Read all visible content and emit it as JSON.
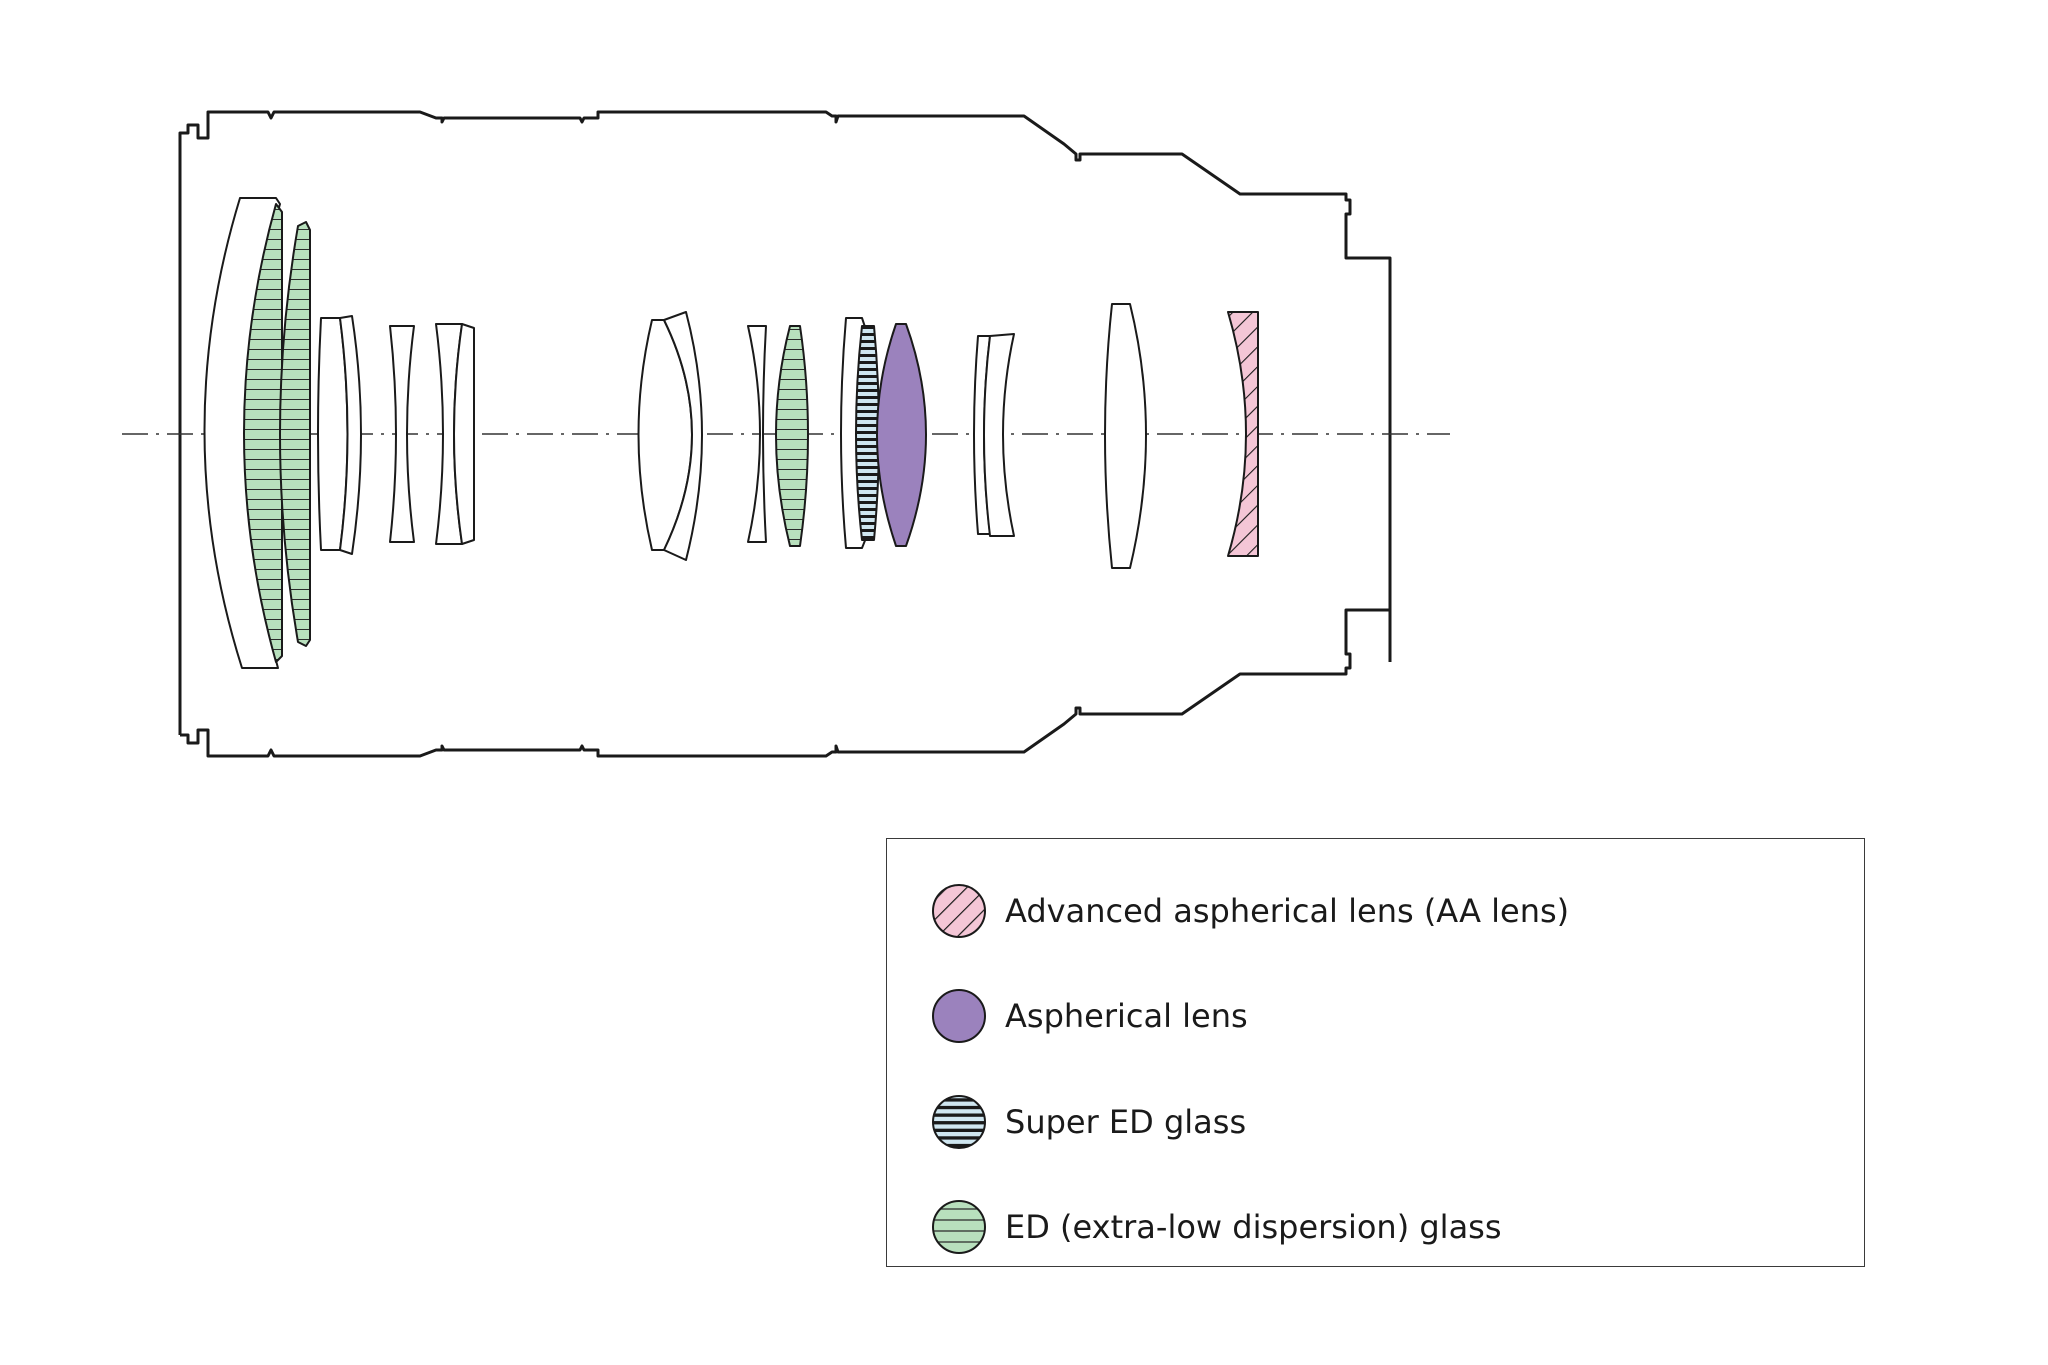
{
  "diagram": {
    "optical_axis": "dash-dot",
    "colors": {
      "outline": "#1a1a1a",
      "ed_glass": "#b8e0bd",
      "super_ed_glass": "#cfe6f0",
      "aspherical": "#9b82bd",
      "aa_lens": "#f4c6d6"
    },
    "elements": [
      {
        "group": 1,
        "type": "ed"
      },
      {
        "group": 1,
        "type": "ed"
      },
      {
        "group": 1,
        "type": "plain"
      },
      {
        "group": 1,
        "type": "plain"
      },
      {
        "group": 1,
        "type": "plain"
      },
      {
        "group": 1,
        "type": "plain"
      },
      {
        "group": 2,
        "type": "plain"
      },
      {
        "group": 2,
        "type": "plain"
      },
      {
        "group": 2,
        "type": "ed"
      },
      {
        "group": 2,
        "type": "plain"
      },
      {
        "group": 2,
        "type": "super-ed"
      },
      {
        "group": 2,
        "type": "aspherical"
      },
      {
        "group": 3,
        "type": "plain"
      },
      {
        "group": 3,
        "type": "plain"
      },
      {
        "group": 4,
        "type": "aa"
      }
    ]
  },
  "legend": {
    "items": [
      {
        "label": "Advanced aspherical lens (AA lens)",
        "swatch": "aa-icon"
      },
      {
        "label": "Aspherical lens",
        "swatch": "aspherical-icon"
      },
      {
        "label": "Super ED glass",
        "swatch": "super-ed-icon"
      },
      {
        "label": "ED (extra-low dispersion) glass",
        "swatch": "ed-icon"
      }
    ]
  }
}
